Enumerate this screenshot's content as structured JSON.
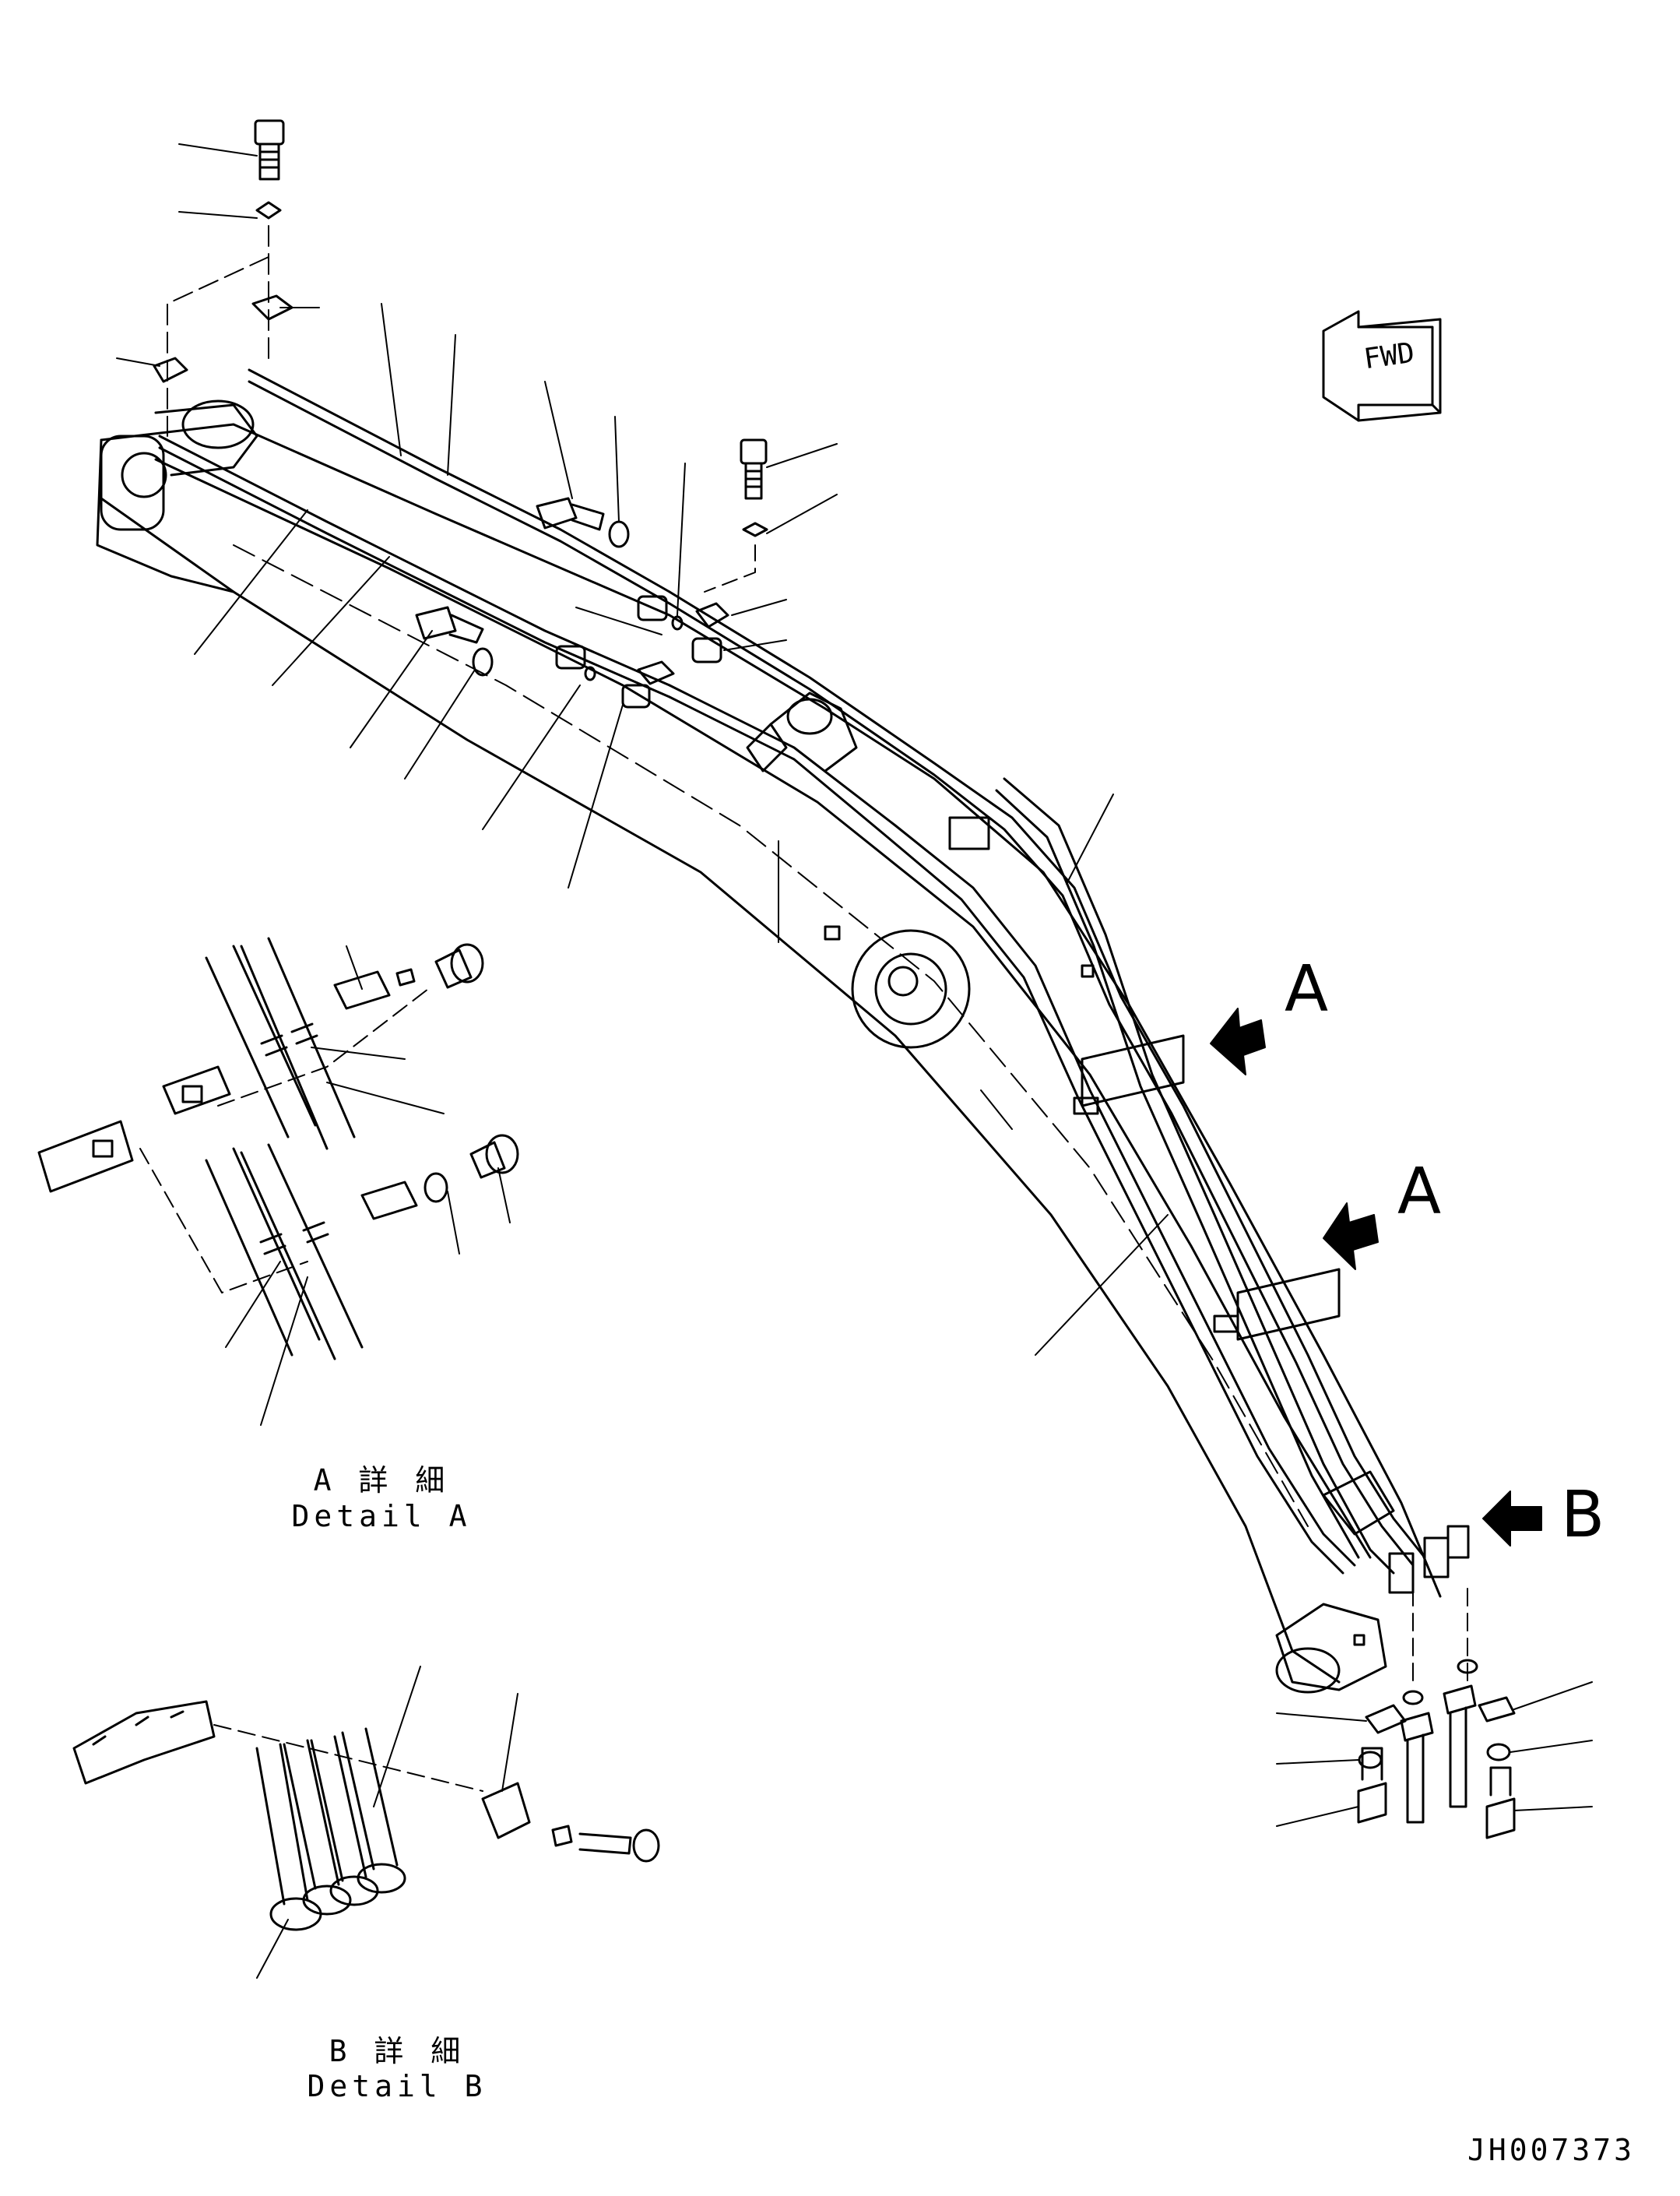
{
  "callouts": {
    "a_upper": "A",
    "a_lower": "A",
    "b": "B",
    "fwd": "FWD"
  },
  "detail_a": {
    "jp": "A 詳 細",
    "en": "Detail A"
  },
  "detail_b": {
    "jp": "B 詳 細",
    "en": "Detail B"
  },
  "drawing_code": "JH007373"
}
